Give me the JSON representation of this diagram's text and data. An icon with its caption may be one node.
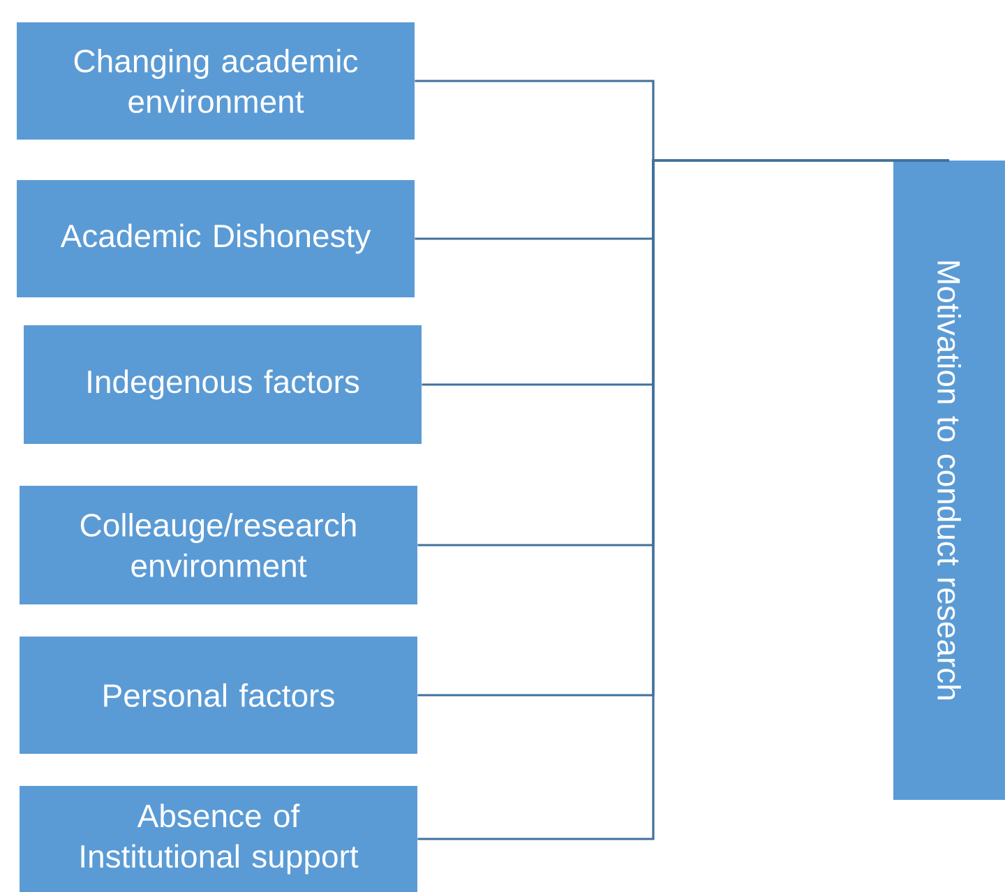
{
  "diagram": {
    "nodes": [
      {
        "text": [
          "Changing academic environment"
        ]
      },
      {
        "text": [
          "Academic Dishonesty"
        ]
      },
      {
        "text": [
          "Indegenous factors"
        ]
      },
      {
        "text": [
          "Colleauge/research environment"
        ]
      },
      {
        "text": [
          "Personal factors"
        ]
      },
      {
        "text": [
          "Absence of Institutional support"
        ]
      },
      {
        "text": [
          "Motivation to conduct research"
        ]
      }
    ],
    "edges": [
      {
        "from": 0,
        "to": 6,
        "arrow": "none"
      },
      {
        "from": 1,
        "to": 6,
        "arrow": "none"
      },
      {
        "from": 2,
        "to": 6,
        "arrow": "none"
      },
      {
        "from": 3,
        "to": 6,
        "arrow": "none"
      },
      {
        "from": 4,
        "to": 6,
        "arrow": "none"
      },
      {
        "from": 5,
        "to": 6,
        "arrow": "none"
      }
    ]
  }
}
